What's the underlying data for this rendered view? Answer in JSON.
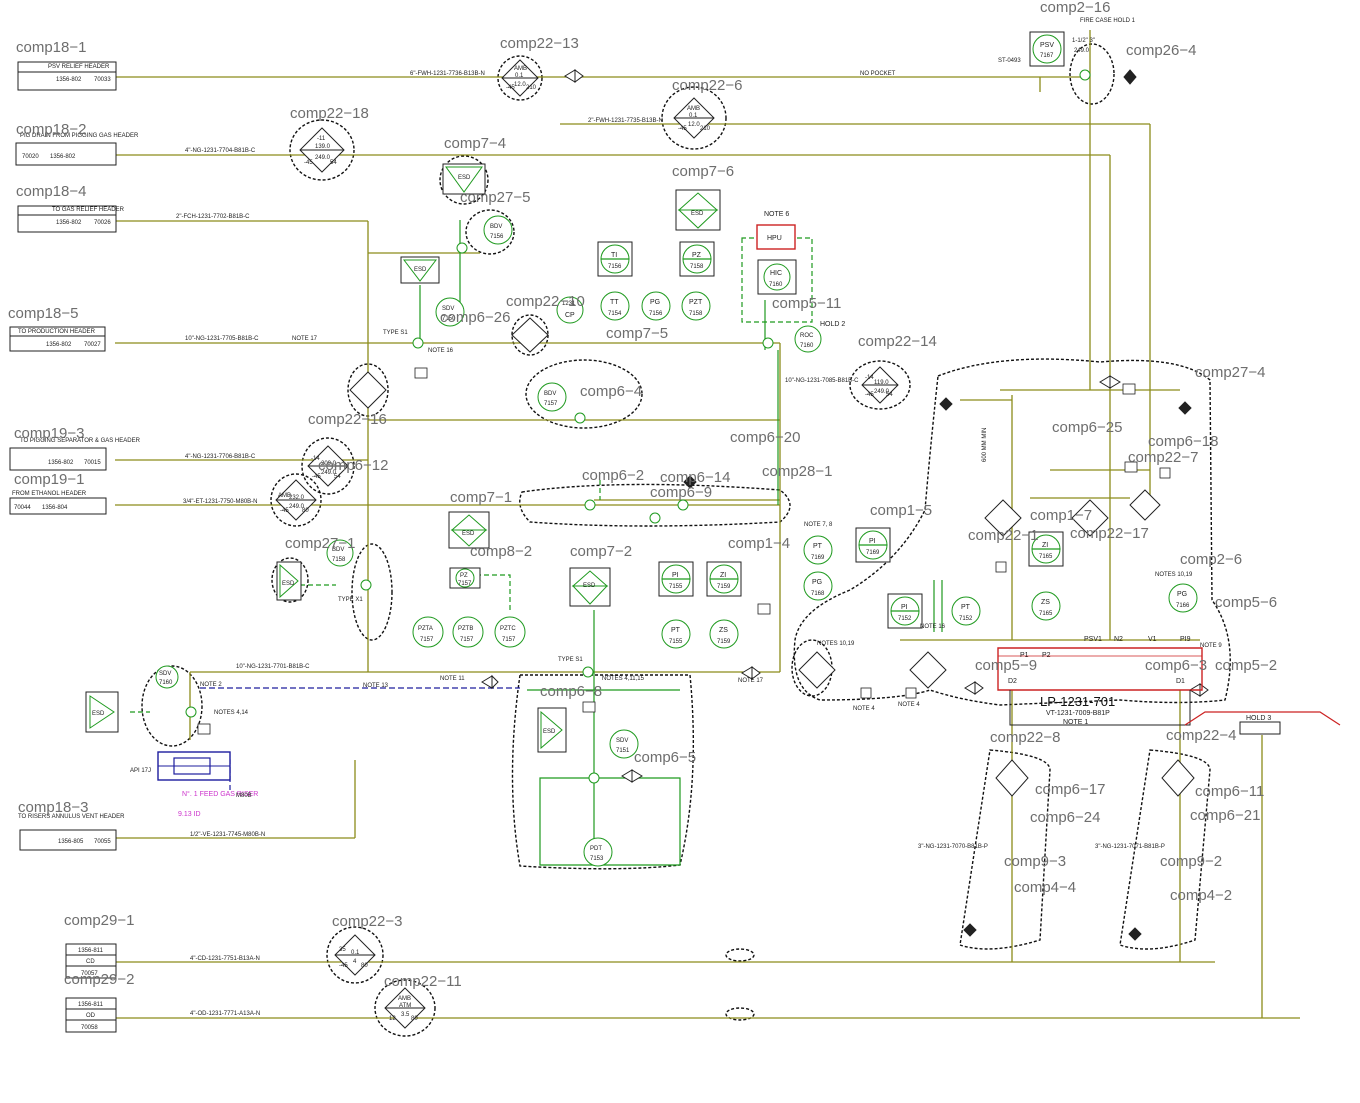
{
  "component_labels": [
    {
      "id": "c18-1",
      "text": "comp18−1"
    },
    {
      "id": "c18-2",
      "text": "comp18−2"
    },
    {
      "id": "c18-4",
      "text": "comp18−4"
    },
    {
      "id": "c18-5",
      "text": "comp18−5"
    },
    {
      "id": "c19-3",
      "text": "comp19−3"
    },
    {
      "id": "c19-1",
      "text": "comp19−1"
    },
    {
      "id": "c18-3",
      "text": "comp18−3"
    },
    {
      "id": "c29-1",
      "text": "comp29−1"
    },
    {
      "id": "c29-2",
      "text": "comp29−2"
    },
    {
      "id": "c22-13",
      "text": "comp22−13"
    },
    {
      "id": "c22-6",
      "text": "comp22−6"
    },
    {
      "id": "c22-18",
      "text": "comp22−18"
    },
    {
      "id": "c7-4",
      "text": "comp7−4"
    },
    {
      "id": "c27-5",
      "text": "comp27−5"
    },
    {
      "id": "c7-6",
      "text": "comp7−6"
    },
    {
      "id": "c2-16",
      "text": "comp2−16"
    },
    {
      "id": "c26-4",
      "text": "comp26−4"
    },
    {
      "id": "c22-14",
      "text": "comp22−14"
    },
    {
      "id": "c22-16",
      "text": "comp22−16"
    },
    {
      "id": "c7-1",
      "text": "comp7−1"
    },
    {
      "id": "c28-1",
      "text": "comp28−1"
    },
    {
      "id": "c7-2",
      "text": "comp7−2"
    },
    {
      "id": "c1-4",
      "text": "comp1−4"
    },
    {
      "id": "c1-5",
      "text": "comp1−5"
    },
    {
      "id": "c22-8",
      "text": "comp22−8"
    },
    {
      "id": "c22-4",
      "text": "comp22−4"
    },
    {
      "id": "c22-3",
      "text": "comp22−3"
    },
    {
      "id": "c22-11",
      "text": "comp22−11"
    },
    {
      "id": "c2-6",
      "text": "comp2−6"
    },
    {
      "id": "c5-6",
      "text": "comp5−6"
    },
    {
      "id": "c5-2",
      "text": "comp5−2"
    },
    {
      "id": "c9-3",
      "text": "comp9−3"
    },
    {
      "id": "c9-2",
      "text": "comp9−2"
    },
    {
      "id": "c4-4",
      "text": "comp4−4"
    },
    {
      "id": "c4-2",
      "text": "comp4−2"
    },
    {
      "id": "c6-24",
      "text": "comp6−24"
    },
    {
      "id": "c6-21",
      "text": "comp6−21"
    },
    {
      "id": "c6-17",
      "text": "comp6−17"
    },
    {
      "id": "c6-11",
      "text": "comp6−11"
    },
    {
      "id": "c22-7",
      "text": "comp22−7"
    },
    {
      "id": "c6-25",
      "text": "comp6−25"
    },
    {
      "id": "c6-18",
      "text": "comp6−18"
    },
    {
      "id": "c27-4",
      "text": "comp27−4"
    },
    {
      "id": "c27-1",
      "text": "comp27−1"
    },
    {
      "id": "c22-1",
      "text": "comp22−1"
    },
    {
      "id": "c5-11",
      "text": "comp5−11"
    },
    {
      "id": "c22-10",
      "text": "comp22−10"
    },
    {
      "id": "c6-26",
      "text": "comp6−26"
    },
    {
      "id": "c1-7",
      "text": "comp1−7"
    },
    {
      "id": "c22-17",
      "text": "comp22−17"
    },
    {
      "id": "c5-9",
      "text": "comp5−9"
    },
    {
      "id": "c6-3",
      "text": "comp6−3"
    },
    {
      "id": "c6-12",
      "text": "comp6−12"
    },
    {
      "id": "c7-5",
      "text": "comp7−5"
    },
    {
      "id": "c8-2",
      "text": "comp8−2"
    },
    {
      "id": "c6-8",
      "text": "comp6−8"
    },
    {
      "id": "c6-5",
      "text": "comp6−5"
    },
    {
      "id": "c6-4",
      "text": "comp6−4"
    },
    {
      "id": "c6-2",
      "text": "comp6−2"
    },
    {
      "id": "c6-9",
      "text": "comp6−9"
    },
    {
      "id": "c6-20",
      "text": "comp6−20"
    },
    {
      "id": "c6-14",
      "text": "comp6−14"
    }
  ],
  "headers": [
    {
      "id": "psv",
      "title": "PSV RELIEF HEADER",
      "left": "1356-802",
      "right": "70033",
      "line": "6\"-FWH-1231-7736-B13B-N"
    },
    {
      "id": "pig",
      "title": "PIG DRAIN FROM PIGGING GAS HEADER",
      "left": "70020",
      "right": "1356-802",
      "line": "4\"-NG-1231-7704-B81B-C"
    },
    {
      "id": "gasrel",
      "title": "TO GAS RELIEF HEADER",
      "left": "1356-802",
      "right": "70026",
      "line": "2\"-FCH-1231-7702-B81B-C"
    },
    {
      "id": "prod",
      "title": "TO PRODUCTION HEADER",
      "left": "1356-802",
      "right": "70027",
      "line": "10\"-NG-1231-7705-B81B-C"
    },
    {
      "id": "pigsep",
      "title": "TO PIGGING SEPARATOR & GAS HEADER",
      "left": "1356-802",
      "right": "70015",
      "line": "4\"-NG-1231-7706-B81B-C"
    },
    {
      "id": "ethanol",
      "title": "FROM ETHANOL HEADER",
      "left": "70044",
      "right": "1356-804",
      "line": "3/4\"-ET-1231-7750-M80B-N"
    },
    {
      "id": "vent",
      "title": "TO RISERS ANNULUS VENT HEADER",
      "left": "1356-805",
      "right": "70055",
      "line": "1/2\"-VE-1231-7745-M80B-N"
    }
  ],
  "drains": [
    {
      "id": "cd",
      "ref": "1356-811",
      "code": "CD",
      "num": "70057",
      "line": "4\"-CD-1231-7751-B13A-N"
    },
    {
      "id": "od",
      "ref": "1356-811",
      "code": "OD",
      "num": "70058",
      "line": "4\"-OD-1231-7771-A13A-N"
    }
  ],
  "instruments": [
    {
      "id": "ti7156",
      "top": "TI",
      "bot": "7156"
    },
    {
      "id": "pz7158",
      "top": "PZ",
      "bot": "7158"
    },
    {
      "id": "tt7154",
      "top": "TT",
      "bot": "7154"
    },
    {
      "id": "pg7156",
      "top": "PG",
      "bot": "7156"
    },
    {
      "id": "pzt7158",
      "top": "PZT",
      "bot": "7158"
    },
    {
      "id": "bdv7156",
      "top": "BDV",
      "bot": "7156"
    },
    {
      "id": "sdv7150",
      "top": "SDV",
      "bot": "7150"
    },
    {
      "id": "bdv7157",
      "top": "BDV",
      "bot": "7157"
    },
    {
      "id": "roc7160",
      "top": "ROC",
      "bot": "7160"
    },
    {
      "id": "bdv7158",
      "top": "BDV",
      "bot": "7158"
    },
    {
      "id": "pz7157",
      "top": "PZ",
      "bot": "7157"
    },
    {
      "id": "pzta",
      "top": "PZTA",
      "bot": "7157"
    },
    {
      "id": "pztb",
      "top": "PZTB",
      "bot": "7157"
    },
    {
      "id": "pztc",
      "top": "PZTC",
      "bot": "7157"
    },
    {
      "id": "pi7155",
      "top": "PI",
      "bot": "7155"
    },
    {
      "id": "zi7159",
      "top": "ZI",
      "bot": "7159"
    },
    {
      "id": "pt7155",
      "top": "PT",
      "bot": "7155"
    },
    {
      "id": "zs7159",
      "top": "ZS",
      "bot": "7159"
    },
    {
      "id": "sdv7151",
      "top": "SDV",
      "bot": "7151"
    },
    {
      "id": "pdt7153",
      "top": "PDT",
      "bot": "7153"
    },
    {
      "id": "pt7169",
      "top": "PT",
      "bot": "7169"
    },
    {
      "id": "pi7169",
      "top": "PI",
      "bot": "7169"
    },
    {
      "id": "pg7168",
      "top": "PG",
      "bot": "7168"
    },
    {
      "id": "pi7152",
      "top": "PI",
      "bot": "7152"
    },
    {
      "id": "pt7152",
      "top": "PT",
      "bot": "7152"
    },
    {
      "id": "zi7165",
      "top": "ZI",
      "bot": "7165"
    },
    {
      "id": "zs7165",
      "top": "ZS",
      "bot": "7165"
    },
    {
      "id": "pg7166",
      "top": "PG",
      "bot": "7166"
    },
    {
      "id": "psv7167",
      "top": "PSV",
      "bot": "7167"
    },
    {
      "id": "sdv7160",
      "top": "SDV",
      "bot": "7160"
    },
    {
      "id": "cp",
      "top": "CP",
      "bot": "1231"
    }
  ],
  "notes": {
    "note6": "NOTE 6",
    "hpu": "HPU",
    "hic": "HIC",
    "hic_num": "7160",
    "note17a": "NOTE 17",
    "note17b": "NOTE 17",
    "note16a": "NOTE 16",
    "note16b": "NOTE 16",
    "note13": "NOTE 13",
    "note11": "NOTE 11",
    "note4a": "NOTE 4",
    "note4b": "NOTE 4",
    "note2": "NOTE 2",
    "note78": "NOTE 7, 8",
    "notes1019a": "NOTES 10,19",
    "notes1019b": "NOTES 10,19",
    "notes414": "NOTES 4,14",
    "notes41115": "NOTES 4,11,15",
    "note9": "NOTE 9",
    "hold2": "HOLD 2",
    "hold3": "HOLD 3",
    "hold1": "FIRE CASE HOLD 1",
    "nopocket": "NO POCKET",
    "typeS1a": "TYPE S1",
    "typeS1b": "TYPE S1",
    "typeX1": "TYPE X1",
    "lp_tag": "LP-1231-701",
    "lp_sub": "VT-1231-7009-B81P",
    "note1": "NOTE 1",
    "riser": "N°. 1 FEED GAS RISER",
    "riser_sub": "9.13 ID",
    "mm": "600 MM MIN",
    "m80b": "M80B",
    "api": "API 17J",
    "ng7070": "3\"-NG-1231-7070-B81B-P",
    "ng7071": "3\"-NG-1231-7071-B81B-P",
    "ng7701": "10\"-NG-1231-7701-B81B-C",
    "ng7085": "10\"-NG-1231-7085-B81B-C",
    "fwh7735": "2\"-FWH-1231-7735-B13B-N",
    "st0493": "ST-0493",
    "psv_size": "1-1/2\" 3\"",
    "psv_set": "249.0"
  },
  "lp_nozzles": {
    "psv": "PSV1",
    "n2": "N2",
    "v1": "V1",
    "pi9": "PI9",
    "d2": "D2",
    "d1": "D1",
    "p1": "P1",
    "p2": "P2"
  },
  "ranges": [
    {
      "id": "r13",
      "a": "AMB",
      "b": "0.1",
      "c": "-45",
      "d": "12.0",
      "e": "210"
    },
    {
      "id": "r6",
      "a": "AMB",
      "b": "0.1",
      "c": "-45",
      "d": "12.0",
      "e": "210"
    },
    {
      "id": "r18",
      "a": "-11",
      "b": "139.0",
      "c": "-45",
      "d": "249.0",
      "e": "54"
    },
    {
      "id": "r14",
      "a": "-14",
      "b": "119.0",
      "c": "-45",
      "d": "249.0",
      "e": "54"
    },
    {
      "id": "r16",
      "a": "-14",
      "b": "209.0",
      "c": "-45",
      "d": "249.0",
      "e": "54"
    },
    {
      "id": "r12",
      "a": "AMB",
      "b": "232.0",
      "c": "-45",
      "d": "249.0",
      "e": "80"
    },
    {
      "id": "r3",
      "a": "35",
      "b": "0.1",
      "c": "-45",
      "d": "4",
      "e": "80"
    },
    {
      "id": "r11",
      "a": "AMB",
      "b": "ATM",
      "c": "12",
      "d": "3.5",
      "e": "80"
    }
  ]
}
